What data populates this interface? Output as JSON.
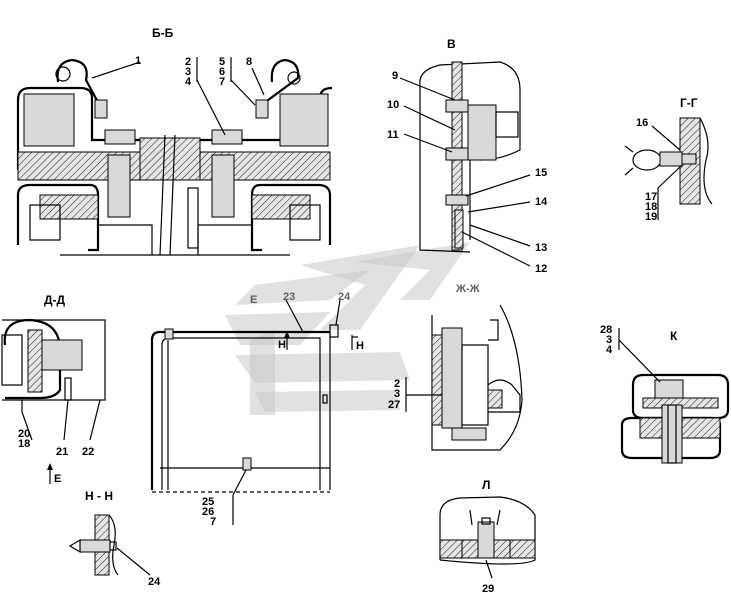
{
  "views": {
    "bb": {
      "title": "Б-Б",
      "labels": [
        "1",
        "2",
        "3",
        "4",
        "5",
        "6",
        "7",
        "8"
      ]
    },
    "v": {
      "title": "В",
      "labels": [
        "9",
        "10",
        "11",
        "15",
        "14",
        "13",
        "12"
      ]
    },
    "gg": {
      "title": "Г-Г",
      "labels": [
        "16",
        "17",
        "18",
        "19"
      ]
    },
    "dd": {
      "title": "Д-Д",
      "labels": [
        "20",
        "18",
        "21",
        "22"
      ],
      "arrow_label": "Е"
    },
    "e": {
      "title": "Е",
      "labels": [
        "23",
        "24",
        "25",
        "26",
        "7"
      ],
      "arrow_label": "Н"
    },
    "zhzh": {
      "title": "Ж-Ж",
      "labels": [
        "2",
        "3",
        "27"
      ]
    },
    "k": {
      "title": "К",
      "labels": [
        "28",
        "3",
        "4"
      ]
    },
    "nn": {
      "title": "Н - Н",
      "labels": [
        "24"
      ]
    },
    "l": {
      "title": "Л",
      "labels": [
        "29"
      ]
    }
  },
  "colors": {
    "line": "#000000",
    "fill_gray": "#d9d9d9",
    "watermark": "#c8c8c8"
  }
}
